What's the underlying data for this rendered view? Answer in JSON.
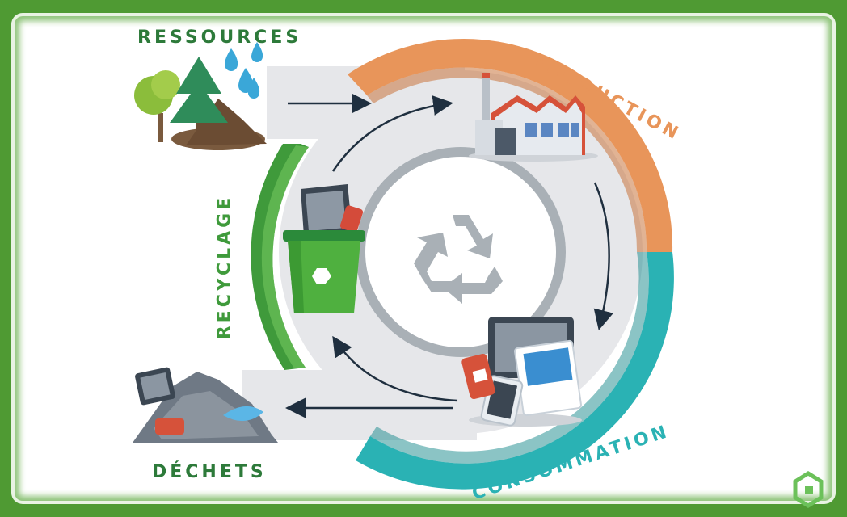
{
  "labels": {
    "ressources": "RESSOURCES",
    "production": "PRODUCTION",
    "consommation": "CONSOMMATION",
    "dechets": "DÉCHETS",
    "recyclage": "RECYCLAGE"
  },
  "colors": {
    "frame": "#4f9a33",
    "production": "#e8955a",
    "consommation": "#2ab2b4",
    "recyclage": "#3f9a3b",
    "track": "#e6e7ea",
    "inner_ring": "#a9b0b6",
    "arrow": "#1f2f3f"
  },
  "icons": [
    "trees-icon",
    "water-drops-icon",
    "factory-icon",
    "recycle-bin-icon",
    "recycle-symbol-icon",
    "devices-icon",
    "waste-pile-icon",
    "logo-icon"
  ]
}
